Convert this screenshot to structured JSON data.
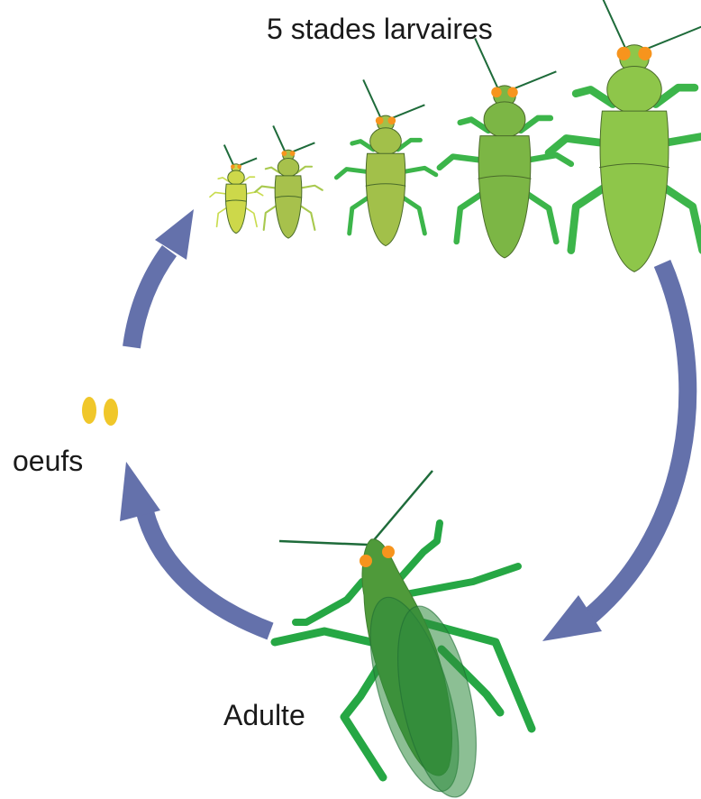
{
  "labels": {
    "larval_stages": "5 stades larvaires",
    "eggs": "oeufs",
    "adult": "Adulte"
  },
  "stages": {
    "larval_count": 5,
    "egg_count": 2
  },
  "colors": {
    "arrow": "#6471ab",
    "egg": "#f0c72a",
    "eye": "#f7941d",
    "antenna": "#1e6b3a",
    "larva_bodies": [
      "#cdd84a",
      "#a7c14c",
      "#a2c04a",
      "#7cb645",
      "#8ec64a"
    ],
    "larva_legs": [
      "#c9dc4e",
      "#a8c94e",
      "#3cb54a",
      "#3cb54a",
      "#3cb54a"
    ],
    "adult_body": "#4f9a3a",
    "adult_wing": "#2e8b3d",
    "adult_legs": "#26a744"
  }
}
